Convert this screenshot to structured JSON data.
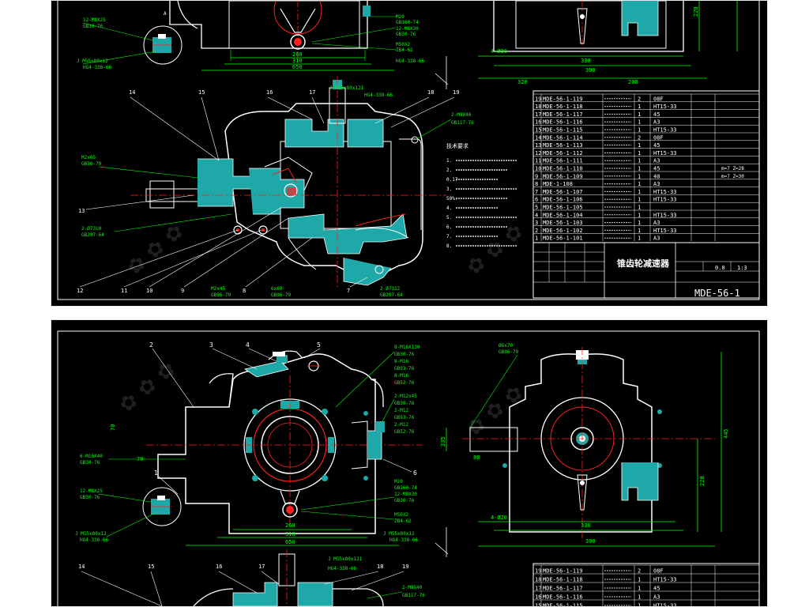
{
  "colors": {
    "background": "#000000",
    "outline": "#ffffff",
    "dimension": "#00ff00",
    "centerline": "#ff2020",
    "section_fill": "#1fa8a8",
    "leader": "#00ff00"
  },
  "sheet1": {
    "top_view_labels": {
      "item1_spec": "12-M8X25",
      "item1_std": "GB30-76",
      "key_spec": "J M55x80x12",
      "key_std": "HG4-338-66",
      "section": "A",
      "bolt_spec": "M20",
      "bolt_std": "GB160-74",
      "bolt2_spec": "12-M8X30",
      "bolt2_std": "GB30-76",
      "seal_spec": "M50X2",
      "seal_std": "ZB4-62",
      "seal2": "HG4-338-66",
      "dim_260": "260",
      "dim_310": "310",
      "dim_650": "650"
    },
    "side_view_labels": {
      "dim_4_020": "4-Ø20",
      "dim_330": "330",
      "dim_390": "390",
      "dim_320": "320",
      "dim_200": "200",
      "dim_220": "220"
    },
    "section_labels": {
      "n14": "14",
      "n15": "15",
      "n16": "16",
      "n17": "17",
      "n18": "18",
      "n19": "19",
      "n13": "13",
      "n12": "12",
      "n11": "11",
      "n10": "10",
      "n9": "9",
      "n8": "8",
      "n7": "7",
      "key_top": "J M55x80x121",
      "key_top_std": "HG4-338-66",
      "pin": "M2x65",
      "pin_std": "GB96-79",
      "bolt_right": "2-M8X40",
      "bolt_right_std": "GB117-76",
      "bolt_left": "2-Ø7310",
      "bolt_left_std": "GB297-64",
      "bolt_bottom": "M2x45",
      "bolt_bottom_std": "GB96-79",
      "bolt_bottom2": "6x60",
      "bolt_bottom2_std": "GB96-79",
      "bearing_right": "2-Ø7312",
      "bearing_right_std": "GB297-64"
    },
    "tech_notes": {
      "title": "技术要求",
      "lines": [
        "1.",
        "2.",
        "0.17-",
        "3.",
        "50%.",
        "4.",
        "5.",
        "6.",
        "7.",
        "8."
      ]
    },
    "parts_table": {
      "rows": [
        {
          "no": "19",
          "code": "MDE-56-1-119",
          "qty": "2",
          "mat": "08F"
        },
        {
          "no": "18",
          "code": "MDE-56-1-118",
          "qty": "1",
          "mat": "HT15-33"
        },
        {
          "no": "17",
          "code": "MDE-56-1-117",
          "qty": "1",
          "mat": "45"
        },
        {
          "no": "16",
          "code": "MDE-56-1-116",
          "qty": "1",
          "mat": "A3"
        },
        {
          "no": "15",
          "code": "MDE-56-1-115",
          "qty": "1",
          "mat": "HT15-33"
        },
        {
          "no": "14",
          "code": "MDE-56-1-114",
          "qty": "2",
          "mat": "08F"
        },
        {
          "no": "13",
          "code": "MDE-56-1-113",
          "qty": "1",
          "mat": "45"
        },
        {
          "no": "12",
          "code": "MDE-56-1-112",
          "qty": "1",
          "mat": "HT15-33"
        },
        {
          "no": "11",
          "code": "MDE-56-1-111",
          "qty": "1",
          "mat": "A3"
        },
        {
          "no": "10",
          "code": "MDE-56-1-110",
          "qty": "1",
          "mat": "45"
        },
        {
          "no": "9",
          "code": "MDE-56-1-109",
          "qty": "1",
          "mat": "40"
        },
        {
          "no": "8",
          "code": "MDE-1-108",
          "qty": "1",
          "mat": "A3"
        },
        {
          "no": "7",
          "code": "MDE-56-1-107",
          "qty": "1",
          "mat": "HT15-33"
        },
        {
          "no": "6",
          "code": "MDE-56-1-106",
          "qty": "1",
          "mat": "HT15-33"
        },
        {
          "no": "5",
          "code": "MDE-56-1-105",
          "qty": "1",
          "mat": ""
        },
        {
          "no": "4",
          "code": "MDE-56-1-104",
          "qty": "1",
          "mat": "HT15-33"
        },
        {
          "no": "3",
          "code": "MDE-56-1-103",
          "qty": "1",
          "mat": "A3"
        },
        {
          "no": "2",
          "code": "MDE-56-1-102",
          "qty": "1",
          "mat": "HT15-33"
        },
        {
          "no": "1",
          "code": "MDE-56-1-101",
          "qty": "1",
          "mat": "A3"
        }
      ],
      "side_notes": [
        "m=7 Z=28",
        "m=7 Z=30"
      ]
    },
    "title_block": {
      "title": "锥齿轮减速器",
      "drawing_no": "MDE-56-1",
      "scale": "1:3",
      "weight": "0.0"
    }
  },
  "sheet2": {
    "top_numbers": {
      "n2": "2",
      "n3": "3",
      "n4": "4",
      "n5": "5",
      "n1": "1",
      "n6": "6"
    },
    "top_right_specs": [
      "8-M16X130",
      "GB30-76",
      "8-M16",
      "GB93-76",
      "8-M16",
      "GB52-76",
      "2-M12x45",
      "GB30-76",
      "2-M12",
      "GB93-76",
      "2-M12",
      "GB52-76"
    ],
    "left_specs": {
      "d1": "6-M10X40",
      "d1_std": "GB30-76",
      "d2": "12-M8X25",
      "d2_std": "GB30-76",
      "key": "J M55x80x12",
      "key_std": "HG4-338-66",
      "dim_70": "70"
    },
    "bottom_specs": {
      "bolt": "M20",
      "bolt_std": "GB160-74",
      "bolt2": "12-M8X30",
      "bolt2_std": "GB30-76",
      "seal": "M50X2",
      "seal_std": "ZB4-62",
      "key2": "J M55x80x12",
      "key2_std": "HG4-338-66",
      "dim_260": "260",
      "dim_310": "310",
      "dim_650": "650"
    },
    "side_view": {
      "pin": "Ø6x70",
      "pin_std": "GB96-79",
      "dim_80": "80",
      "dim_4_020": "4-Ø20",
      "dim_330": "330",
      "dim_390": "390",
      "dim_220": "220",
      "dim_445": "445",
      "dim_335": "335"
    },
    "section_top": {
      "n14": "14",
      "n15": "15",
      "n16": "16",
      "n17": "17",
      "n18": "18",
      "n19": "19",
      "key": "J M55x80x121",
      "key_std": "HG4-338-66",
      "bolt": "2-M8X40",
      "bolt_std": "GB117-76"
    },
    "parts_table": {
      "rows": [
        {
          "no": "19",
          "code": "MDE-56-1-119",
          "qty": "2",
          "mat": "08F"
        },
        {
          "no": "18",
          "code": "MDE-56-1-118",
          "qty": "1",
          "mat": "HT15-33"
        },
        {
          "no": "17",
          "code": "MDE-56-1-117",
          "qty": "1",
          "mat": "45"
        },
        {
          "no": "16",
          "code": "MDE-56-1-116",
          "qty": "1",
          "mat": "A3"
        },
        {
          "no": "15",
          "code": "MDE-56-1-115",
          "qty": "1",
          "mat": "HT15-33"
        }
      ]
    }
  }
}
